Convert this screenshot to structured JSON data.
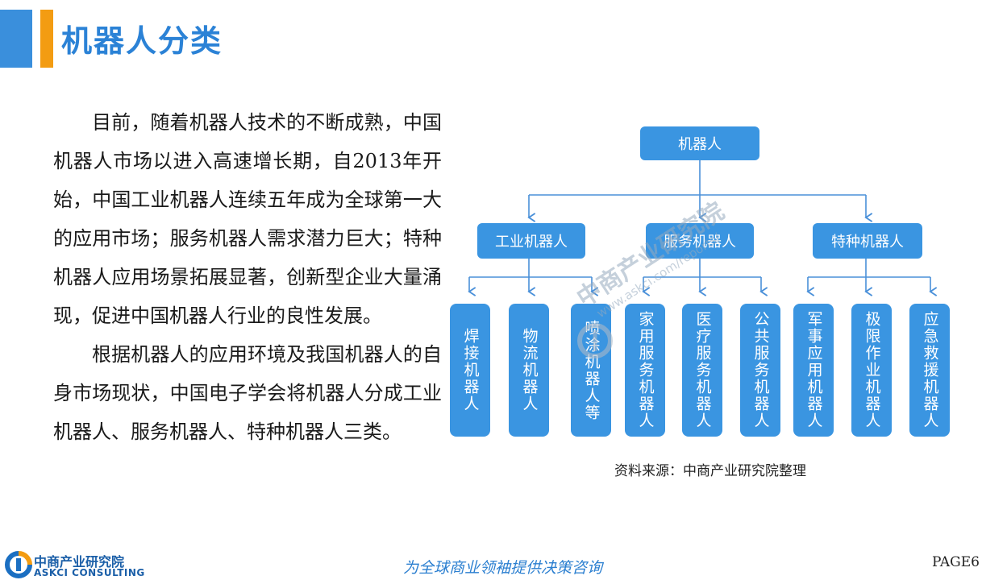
{
  "header": {
    "title": "机器人分类"
  },
  "body": {
    "paragraph1": "目前，随着机器人技术的不断成熟，中国机器人市场以进入高速增长期，自2013年开始，中国工业机器人连续五年成为全球第一大的应用市场；服务机器人需求潜力巨大；特种机器人应用场景拓展显著，创新型企业大量涌现，促进中国机器人行业的良性发展。",
    "paragraph2": "根据机器人的应用环境及我国机器人的自身市场现状，中国电子学会将机器人分成工业机器人、服务机器人、特种机器人三类。"
  },
  "diagram": {
    "root": "机器人",
    "branches": [
      "工业机器人",
      "服务机器人",
      "特种机器人"
    ],
    "leaves": [
      "焊接机器人",
      "物流机器人",
      "喷涂机器人等",
      "家用服务机器人",
      "医疗服务机器人",
      "公共服务机器人",
      "军事应用机器人",
      "极限作业机器人",
      "应急救援机器人"
    ],
    "colors": {
      "node": "#3a95e1",
      "line": "#4a90d9"
    }
  },
  "source": "资料来源：中商产业研究院整理",
  "watermark": {
    "cn": "中商产业研究院",
    "url": "www.askci.com/reports/"
  },
  "footer": {
    "logo_cn": "中商产业研究院",
    "logo_en": "ASKCI CONSULTING",
    "slogan": "为全球商业领袖提供决策咨询",
    "page": "PAGE6"
  }
}
